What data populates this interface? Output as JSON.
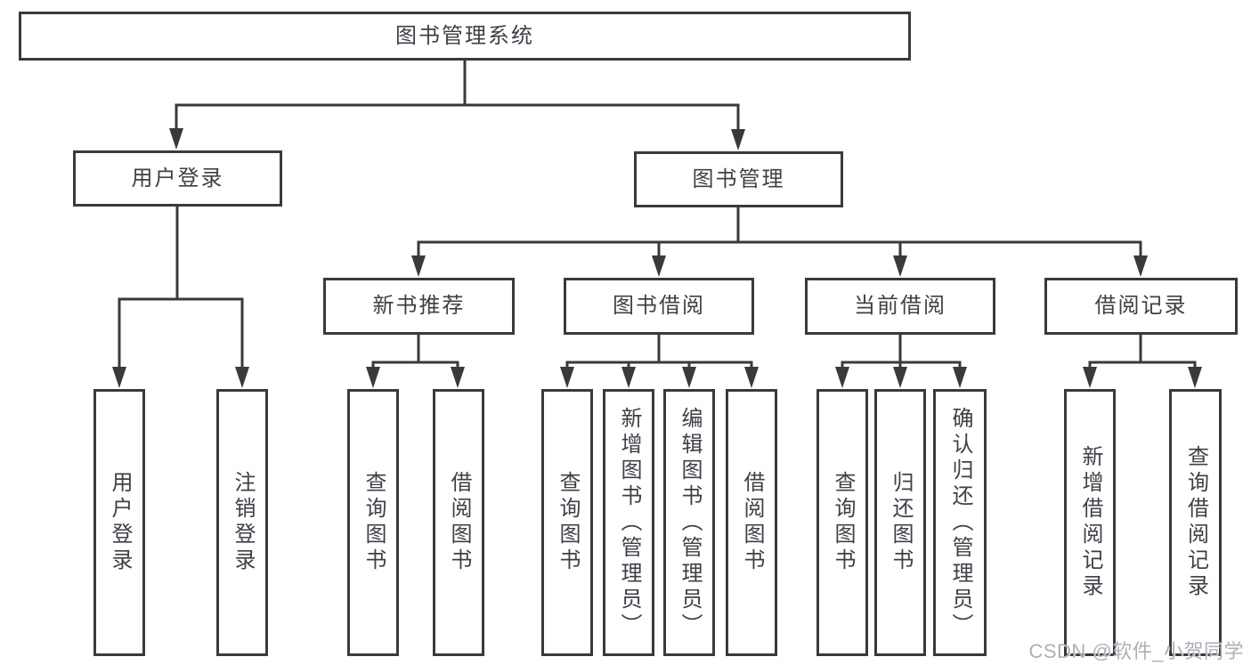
{
  "tree": {
    "root": {
      "label": "图书管理系统"
    },
    "branches": [
      {
        "label": "用户登录",
        "children": [
          {
            "label": "用户登录"
          },
          {
            "label": "注销登录"
          }
        ]
      },
      {
        "label": "图书管理",
        "children": [
          {
            "label": "新书推荐",
            "children": [
              {
                "label": "查询图书"
              },
              {
                "label": "借阅图书"
              }
            ]
          },
          {
            "label": "图书借阅",
            "children": [
              {
                "label": "查询图书"
              },
              {
                "label": "新增图书（管理员）"
              },
              {
                "label": "编辑图书（管理员）"
              },
              {
                "label": "借阅图书"
              }
            ]
          },
          {
            "label": "当前借阅",
            "children": [
              {
                "label": "查询图书"
              },
              {
                "label": "归还图书"
              },
              {
                "label": "确认归还（管理员）"
              }
            ]
          },
          {
            "label": "借阅记录",
            "children": [
              {
                "label": "新增借阅记录"
              },
              {
                "label": "查询借阅记录"
              }
            ]
          }
        ]
      }
    ]
  },
  "watermark": {
    "text": "CSDN @软件_小贺同学"
  },
  "colors": {
    "line": "#3a3a3a",
    "text": "#3d4147",
    "background": "#ffffff",
    "watermark": "#a8acb2"
  }
}
